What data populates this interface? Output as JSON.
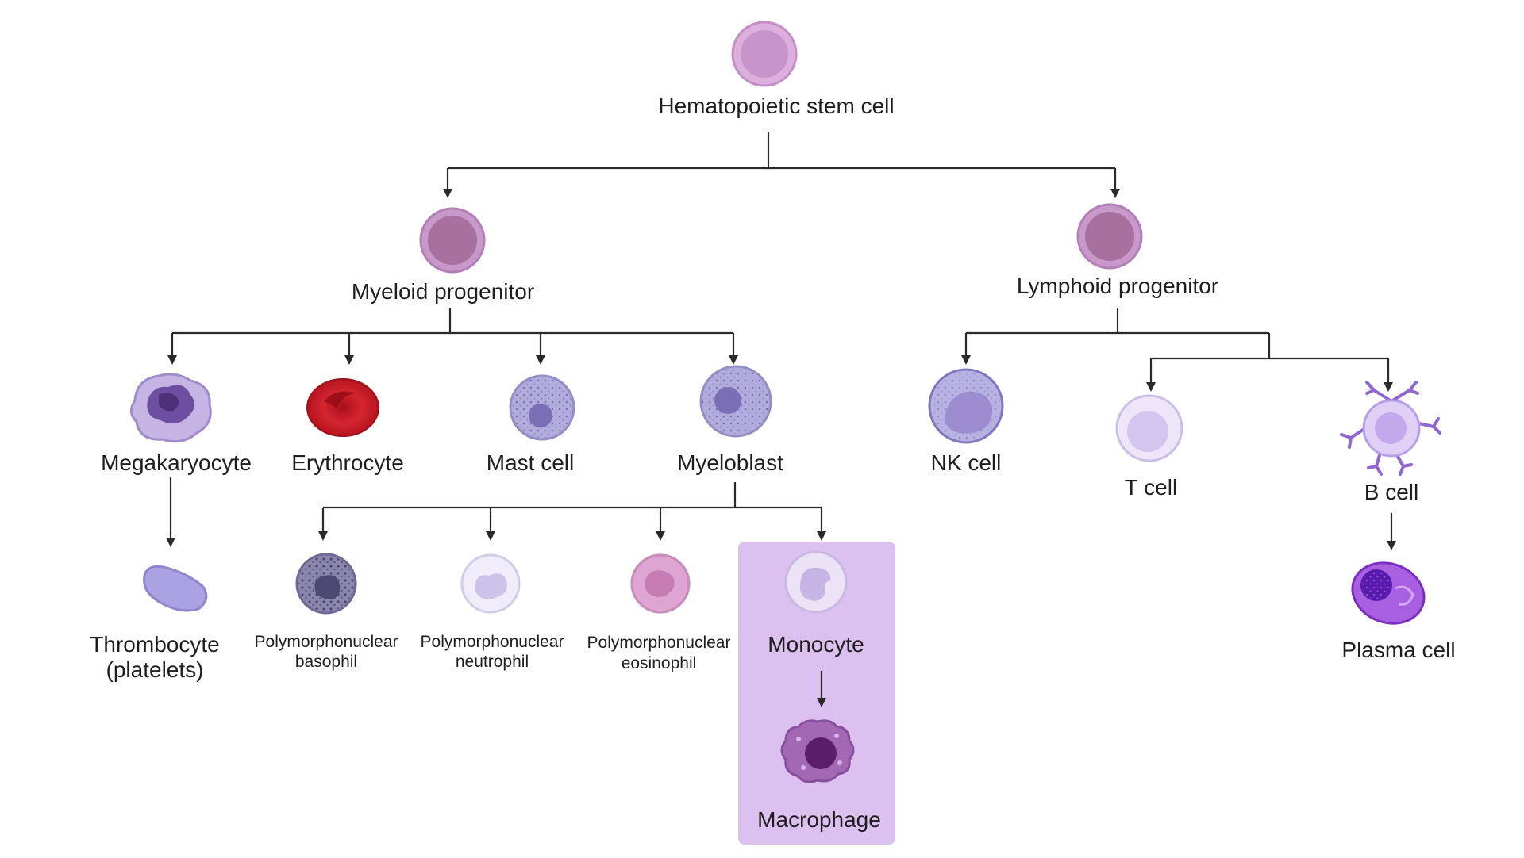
{
  "title": "",
  "colors": {
    "progenitor": "#b07bb4",
    "highlight_box": "#dcc0ef",
    "erythrocyte": "#d01f2a",
    "connector": "#2a2a2a"
  },
  "cells": {
    "stem": "Hematopoietic stem cell",
    "myeloid": "Myeloid progenitor",
    "lymphoid": "Lymphoid progenitor",
    "megakaryocyte": "Megakaryocyte",
    "erythrocyte": "Erythrocyte",
    "mast": "Mast cell",
    "myeloblast": "Myeloblast",
    "nk": "NK cell",
    "tcell": "T cell",
    "bcell": "B cell",
    "thrombocyte_1": "Thrombocyte",
    "thrombocyte_2": "(platelets)",
    "basophil_1": "Polymorphonuclear",
    "basophil_2": "basophil",
    "neutrophil_1": "Polymorphonuclear",
    "neutrophil_2": "neutrophil",
    "eosinophil_1": "Polymorphonuclear",
    "eosinophil_2": "eosinophil",
    "monocyte": "Monocyte",
    "macrophage": "Macrophage",
    "plasma": "Plasma cell"
  }
}
